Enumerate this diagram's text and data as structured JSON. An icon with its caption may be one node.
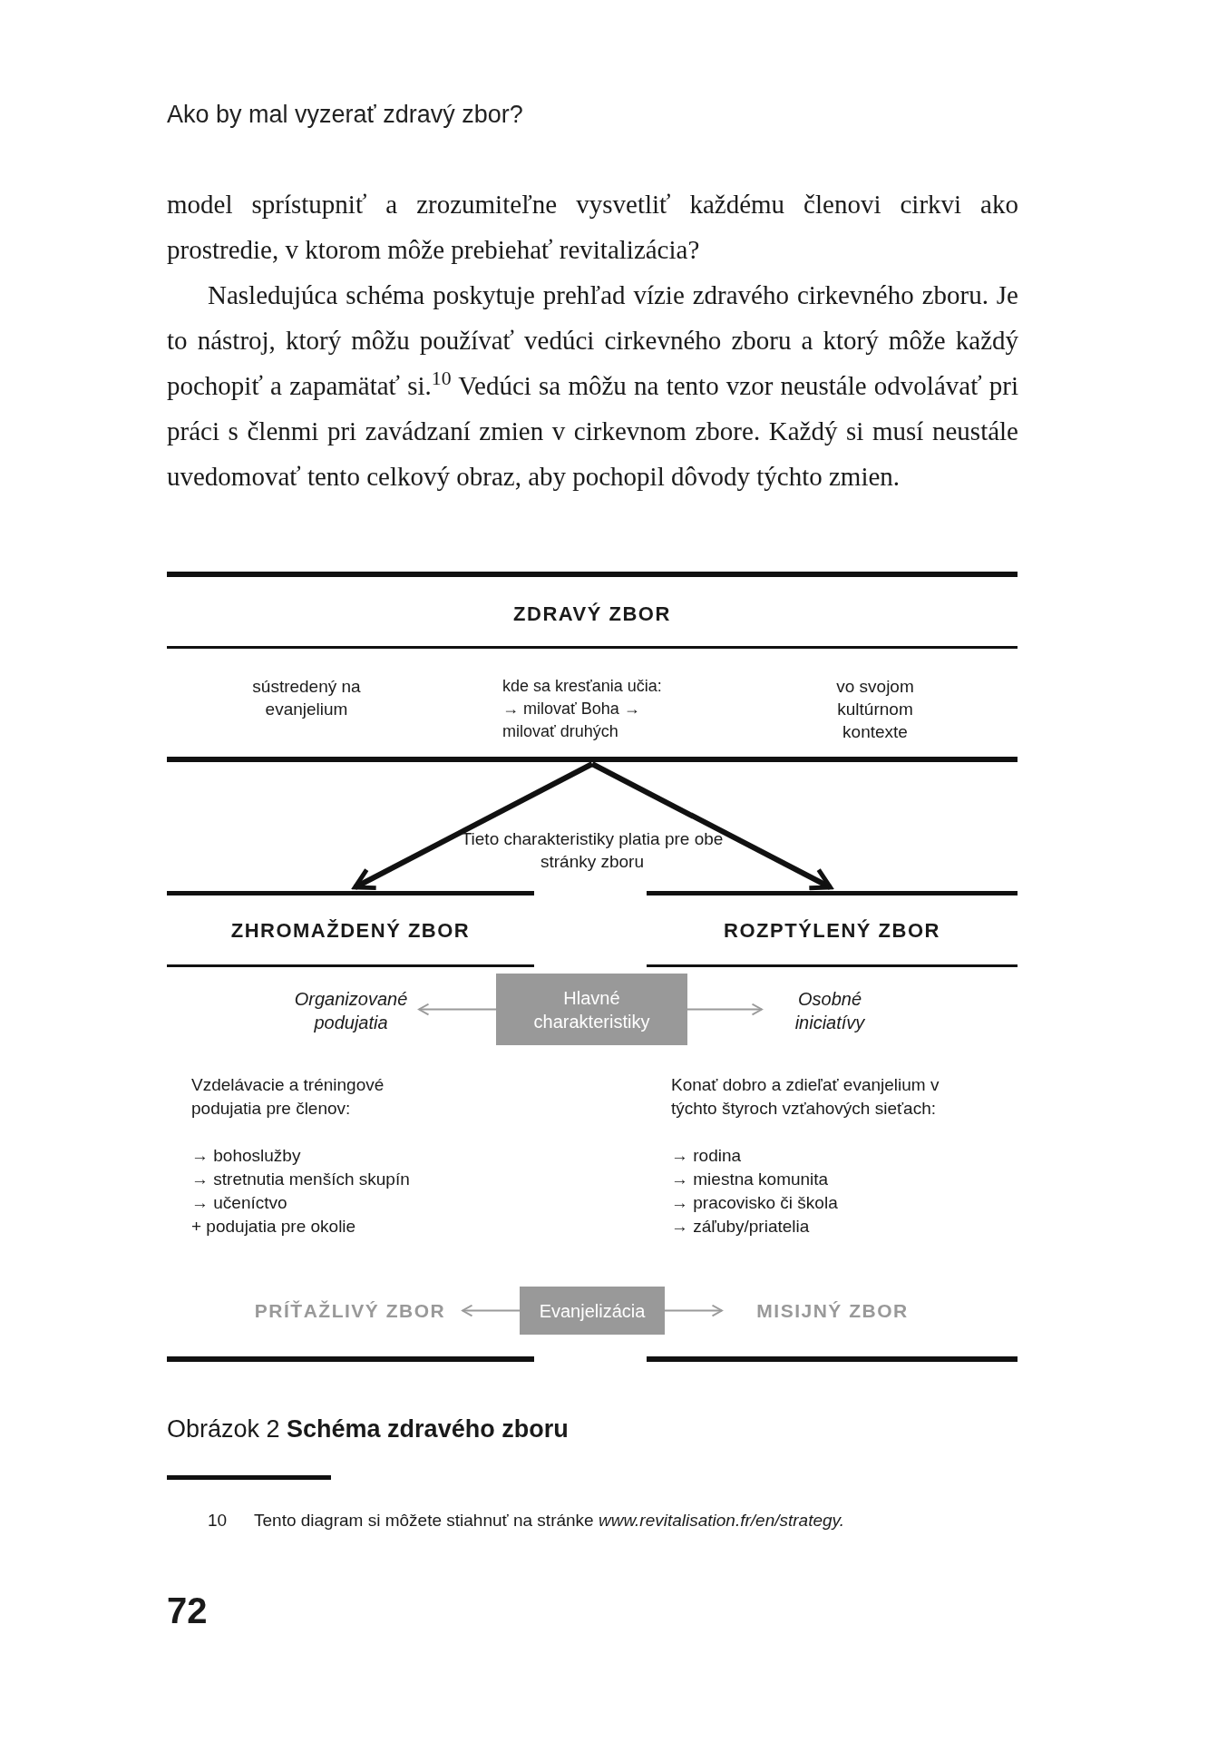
{
  "diagram": {
    "caption": "Obrázok 2 **Schéma zdravého zboru**",
    "nodes": [
      {
        "text": [
          "ZDRAVÝ ZBOR",
          "sústredený na evanjelium",
          "kde sa kresťania učia: → milovať Boha → milovať druhých",
          "vo svojom kultúrnom kontexte"
        ]
      },
      {
        "text": [
          "ZHROMAŽDENÝ ZBOR"
        ]
      },
      {
        "text": [
          "ROZPTÝLENÝ ZBOR"
        ]
      },
      {
        "text": [
          "Organizované podujatia"
        ]
      },
      {
        "text": [
          "Hlavné charakteristiky"
        ]
      },
      {
        "text": [
          "Osobné iniciatívy"
        ]
      },
      {
        "text": [
          "PRÍŤAŽLIVÝ ZBOR"
        ]
      },
      {
        "text": [
          "Evanjelizácia"
        ]
      },
      {
        "text": [
          "MISIJNÝ ZBOR"
        ]
      }
    ],
    "edges": [
      {
        "from": 0,
        "to": 1,
        "arrow": "to",
        "style": "thick",
        "color": "#111111"
      },
      {
        "from": 0,
        "to": 2,
        "arrow": "to",
        "style": "thick",
        "color": "#111111"
      },
      {
        "from": 4,
        "to": 3,
        "arrow": "to"
      },
      {
        "from": 4,
        "to": 5,
        "arrow": "to"
      },
      {
        "from": 7,
        "to": 6,
        "arrow": "to"
      },
      {
        "from": 7,
        "to": 8,
        "arrow": "to"
      }
    ],
    "labels": [
      "Ako by mal vyzerať zdravý zbor?",
      "model sprístupniť a zrozumiteľne vysvetliť každému členovi cirkvi ako prostredie, v ktorom môže prebiehať revitalizácia?",
      "Nasledujúca schéma poskytuje prehľad vízie zdravého cirkevného zboru. Je to nástroj, ktorý môžu používať vedúci cirkevného zboru a ktorý môže každý pochopiť a zapamätať si.$^{10}$ Vedúci sa môžu na tento vzor neustále odvolávať pri práci s členmi pri zavádzaní zmien v cirkevnom zbore. Každý si musí neustále uvedomovať tento celkový obraz, aby pochopil dôvody týchto zmien.",
      "Tieto charakteristiky platia pre obe stránky zboru",
      "Vzdelávacie a tréningové podujatia pre členov:",
      "→ bohoslužby",
      "→ stretnutia menších skupín",
      "→ učeníctvo",
      "+ podujatia pre okolie",
      "Konať dobro a zdieľať evanjelium v týchto štyroch vzťahových sieťach:",
      "→ rodina",
      "→ miestna komunita",
      "→ pracovisko či škola",
      "→ záľuby/priatelia",
      "10",
      "Tento diagram si môžete stiahnuť na stránke *www.revitalisation.fr/en/strategy.*",
      "72"
    ]
  }
}
